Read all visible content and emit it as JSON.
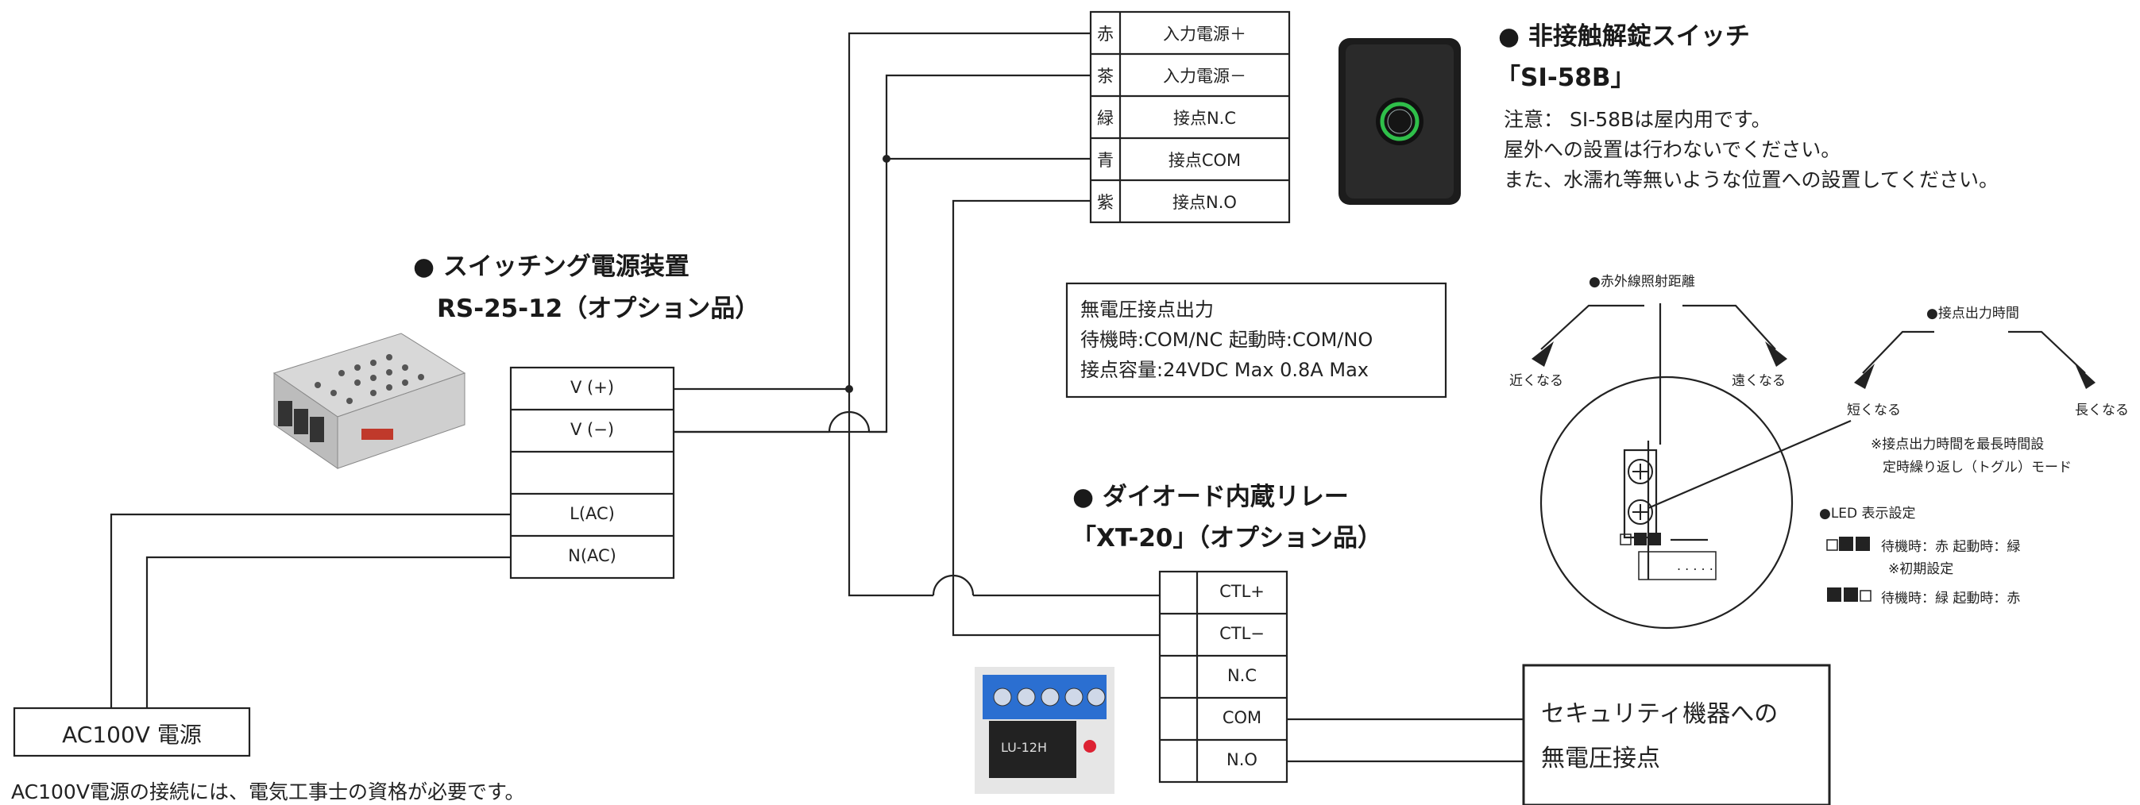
{
  "switch_title": "● 非接触解錠スイッチ",
  "switch_model": "「SI-58B」",
  "switch_notes": [
    "注意： SI-58Bは屋内用です。",
    "屋外への設置は行わないでください。",
    "また、水濡れ等無いような位置への設置してください。"
  ],
  "wires": [
    {
      "color": "赤",
      "label": "入力電源＋"
    },
    {
      "color": "茶",
      "label": "入力電源－"
    },
    {
      "color": "緑",
      "label": "接点N.C"
    },
    {
      "color": "青",
      "label": "接点COM"
    },
    {
      "color": "紫",
      "label": "接点N.O"
    }
  ],
  "psu_title": "● スイッチング電源装置",
  "psu_model": "RS-25-12（オプション品）",
  "psu_terminals": [
    "V (+)",
    "V (−)",
    "",
    "L(AC)",
    "N(AC)"
  ],
  "contact_box": [
    "無電圧接点出力",
    "待機時:COM/NC  起動時:COM/NO",
    "接点容量:24VDC  Max  0.8A  Max"
  ],
  "relay_title": "● ダイオード内蔵リレー",
  "relay_model": "「XT-20」（オプション品）",
  "relay_terminals": [
    "CTL+",
    "CTL−",
    "N.C",
    "COM",
    "N.O"
  ],
  "relay_photo_text": [
    "LU-12H"
  ],
  "ac_label": "AC100V 電源",
  "ac_note": "AC100V電源の接続には、電気工事士の資格が必要です。",
  "security_box": [
    "セキュリティ機器への",
    "無電圧接点"
  ],
  "ir": {
    "title": "●赤外線照射距離",
    "near": "近くなる",
    "far": "遠くなる"
  },
  "contact_time": {
    "title": "●接点出力時間",
    "short": "短くなる",
    "long": "長くなる",
    "note1": "※接点出力時間を最長時間設",
    "note2": "定時繰り返し（トグル）モード"
  },
  "led": {
    "title": "●LED 表示設定",
    "opt1": "待機時：赤  起動時：緑",
    "opt1_note": "※初期設定",
    "opt2": "待機時：緑  起動時：赤"
  },
  "colors": {
    "line": "#222222",
    "led_green": "#2fbf4a",
    "device_body": "#1c1c1c",
    "relay_board": "#2b6fd1"
  }
}
